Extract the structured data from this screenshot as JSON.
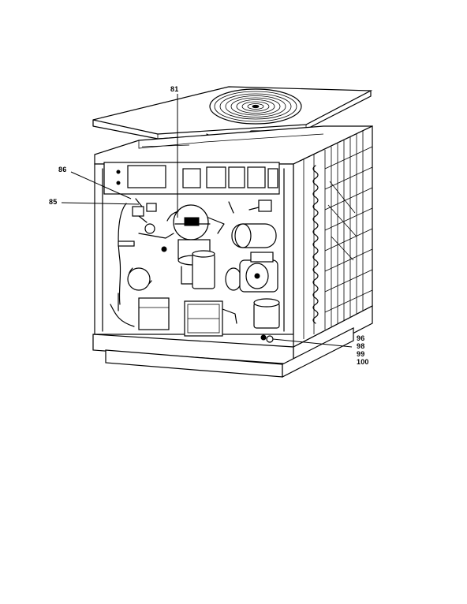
{
  "callouts": {
    "c81": "81",
    "c86": "86",
    "c85": "85",
    "c96": "96",
    "c98": "98",
    "c99": "99",
    "c100": "100"
  },
  "icons": {
    "fan_grille": "fan-grille-icon",
    "compressor": "compressor-icon",
    "condenser_coil": "condenser-coil-icon"
  }
}
